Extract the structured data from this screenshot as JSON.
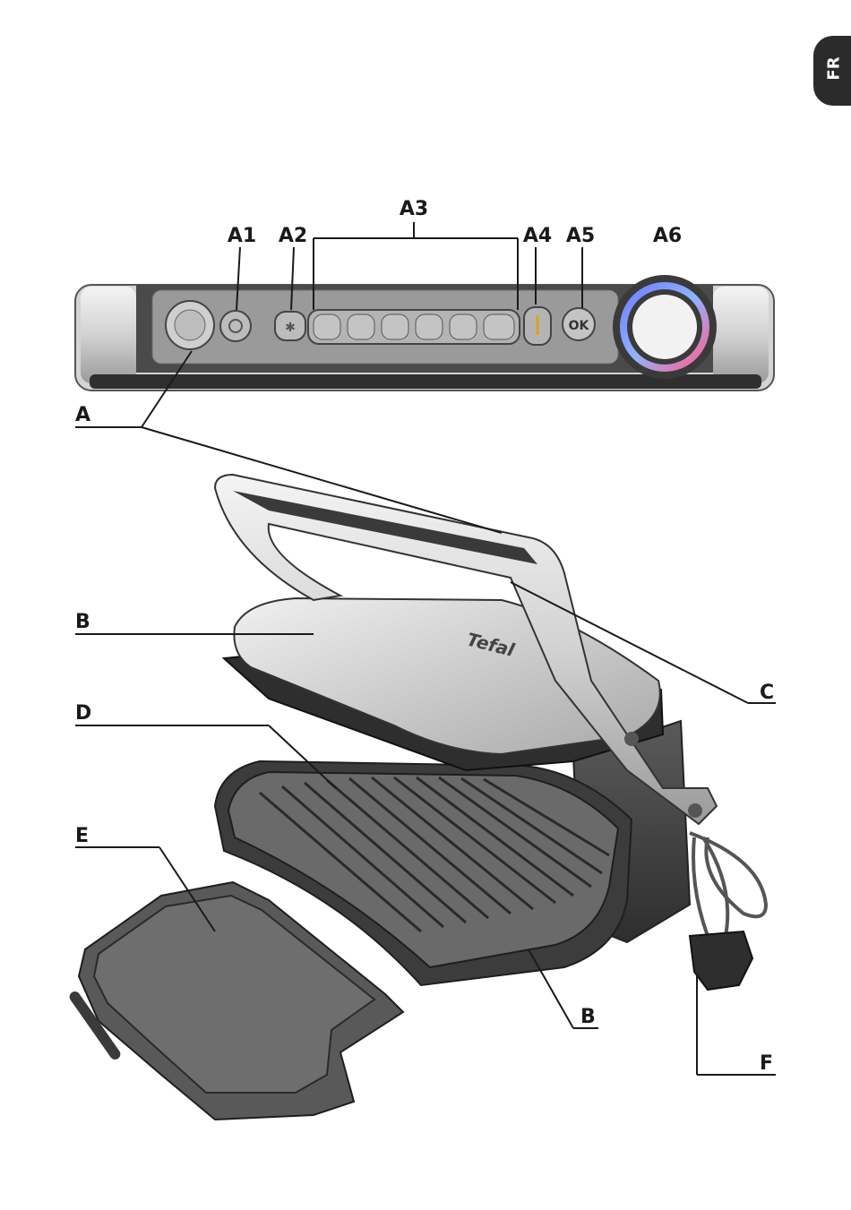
{
  "language_tab": "FR",
  "labels": {
    "A": "A",
    "A1": "A1",
    "A2": "A2",
    "A3": "A3",
    "A4": "A4",
    "A5": "A5",
    "A6": "A6",
    "B_top": "B",
    "B_bottom": "B",
    "C": "C",
    "D": "D",
    "E": "E",
    "F": "F"
  },
  "panel": {
    "ok_label": "OK"
  }
}
